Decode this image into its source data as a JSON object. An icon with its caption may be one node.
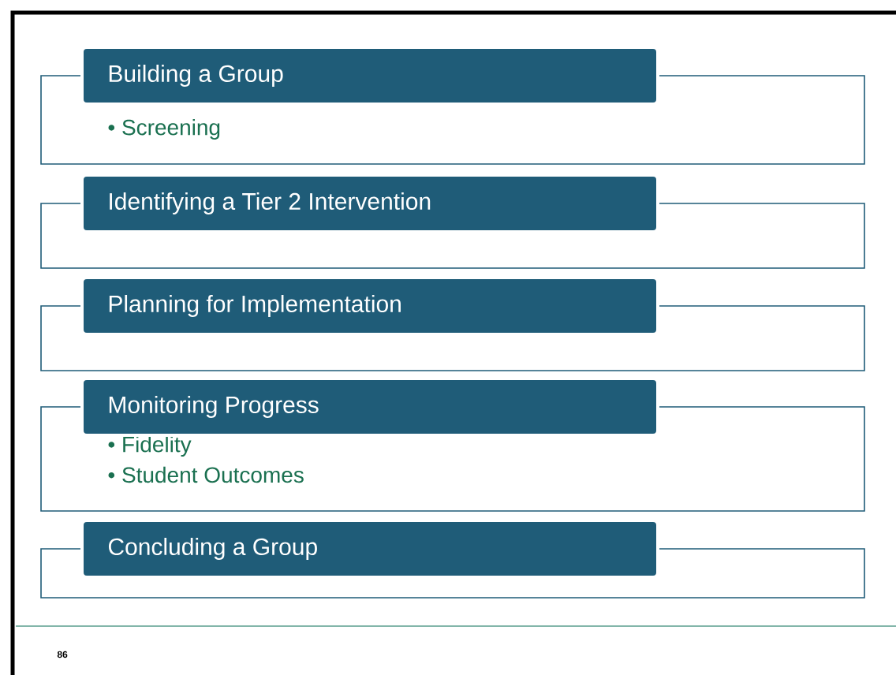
{
  "diagram": {
    "nodes": [
      {
        "text": [
          "Building a Group"
        ]
      },
      {
        "text": [
          "• Screening"
        ]
      },
      {
        "text": [
          "Identifying a Tier 2 Intervention"
        ]
      },
      {
        "text": [],
        "shape": "box"
      },
      {
        "text": [
          "Planning for Implementation"
        ]
      },
      {
        "text": [],
        "shape": "box"
      },
      {
        "text": [
          "Monitoring Progress"
        ]
      },
      {
        "text": [
          "• Fidelity",
          "• Student Outcomes"
        ]
      },
      {
        "text": [
          "Concluding a Group"
        ]
      },
      {
        "text": [],
        "shape": "box"
      }
    ],
    "labels": [
      "86"
    ]
  }
}
